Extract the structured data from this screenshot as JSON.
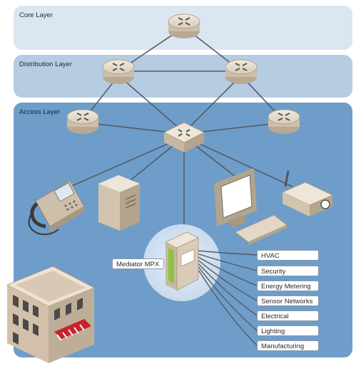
{
  "layers": {
    "core": "Core Layer",
    "distribution": "Distribution Layer",
    "access": "Access Layer"
  },
  "mediator_label": "Mediator MPX",
  "categories": [
    "HVAC",
    "Security",
    "Energy Metering",
    "Sensor Networks",
    "Electrical",
    "Lighting",
    "Manufacturing"
  ],
  "colors": {
    "core_band": "#dbe6f2",
    "distribution_band": "#b5cce3",
    "access_band": "#6f9dc9",
    "device_beige": "#d9cbb7",
    "mpx_green": "#8bc43f",
    "awning_red": "#c8232c"
  },
  "icons": [
    "router-icon",
    "switch-icon",
    "ip-phone-icon",
    "server-tower-icon",
    "workstation-icon",
    "projector-icon",
    "mediator-device-icon",
    "building-icon"
  ]
}
